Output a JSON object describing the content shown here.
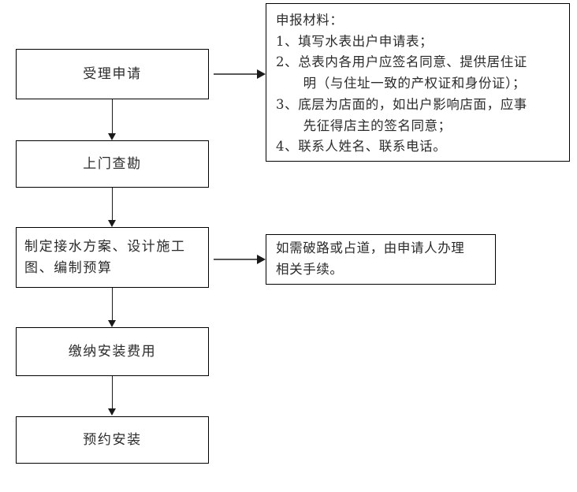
{
  "flow": {
    "nodes": [
      {
        "id": "accept-application",
        "label": "受理申请"
      },
      {
        "id": "site-survey",
        "label": "上门查勘"
      },
      {
        "id": "plan-design-budget",
        "label": "制定接水方案、设计施工图、编制预算"
      },
      {
        "id": "pay-install-fee",
        "label": "缴纳安装费用"
      },
      {
        "id": "schedule-install",
        "label": "预约安装"
      }
    ],
    "connectors": [
      {
        "id": "accept-to-survey",
        "type": "vertical",
        "from": "accept-application",
        "to": "site-survey"
      },
      {
        "id": "survey-to-plan",
        "type": "vertical",
        "from": "site-survey",
        "to": "plan-design-budget"
      },
      {
        "id": "plan-to-fee",
        "type": "vertical",
        "from": "plan-design-budget",
        "to": "pay-install-fee"
      },
      {
        "id": "fee-to-schedule",
        "type": "vertical",
        "from": "pay-install-fee",
        "to": "schedule-install"
      },
      {
        "id": "accept-to-materials",
        "type": "horizontal",
        "from": "accept-application",
        "to": "materials-note"
      },
      {
        "id": "plan-to-road",
        "type": "horizontal",
        "from": "plan-design-budget",
        "to": "road-note"
      }
    ]
  },
  "notes": {
    "materials": {
      "title": "申报材料：",
      "lines": [
        {
          "text": "1、填写水表出户申请表；",
          "indent": false
        },
        {
          "text": "2、总表内各用户应签名同意、提供居住证",
          "indent": false
        },
        {
          "text": "明（与住址一致的产权证和身份证）；",
          "indent": true
        },
        {
          "text": "3、底层为店面的，如出户影响店面，应事",
          "indent": false
        },
        {
          "text": "先征得店主的签名同意；",
          "indent": true
        },
        {
          "text": "4、联系人姓名、联系电话。",
          "indent": false
        }
      ]
    },
    "road": {
      "lines": [
        {
          "text": "如需破路或占道，由申请人办理",
          "indent": false
        },
        {
          "text": "相关手续。",
          "indent": false
        }
      ]
    }
  },
  "colors": {
    "box_border": "#000000",
    "text": "#2b2b2b",
    "arrow": "#1a1a1a",
    "arrow_line": "#595959",
    "background": "#ffffff"
  }
}
